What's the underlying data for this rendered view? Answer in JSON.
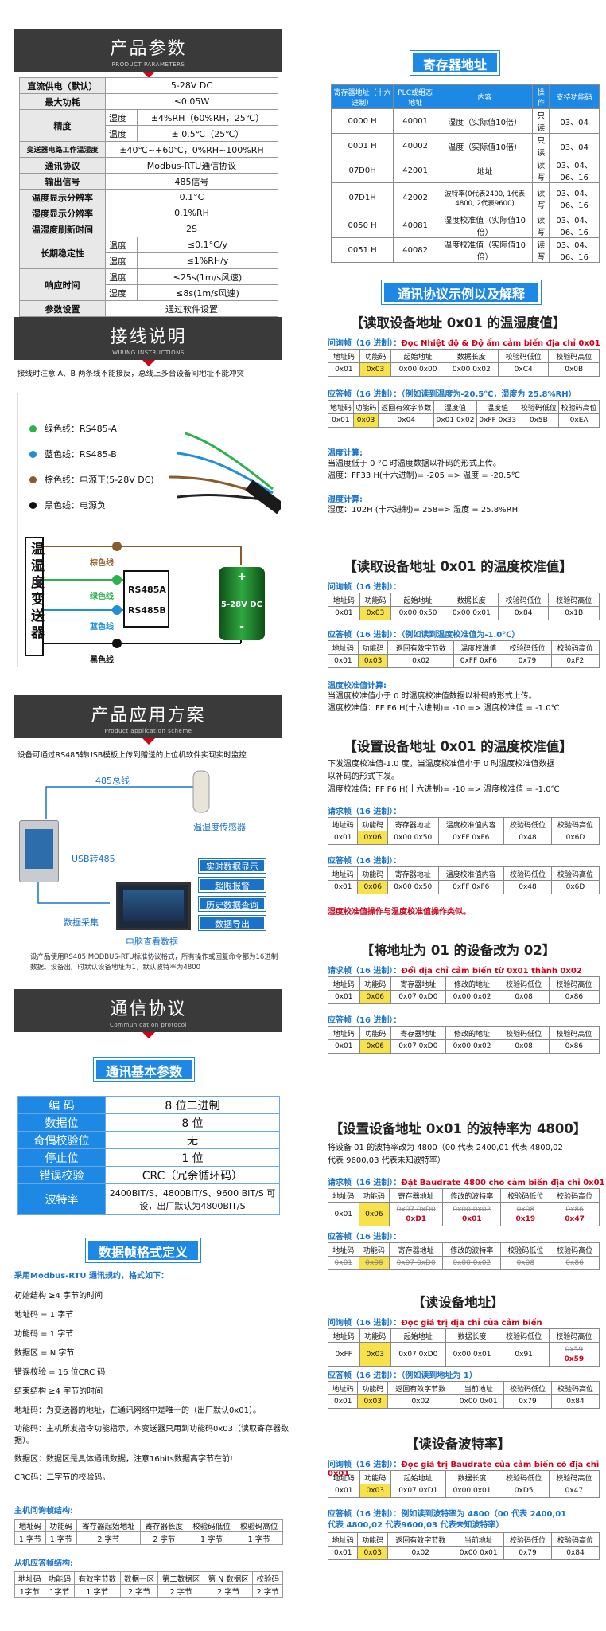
{
  "left": {
    "product_params": {
      "title": "产品参数",
      "subtitle": "PRODUCT PARAMETERS",
      "rows": [
        {
          "k": "直流供电（默认）",
          "v": "5-28V DC"
        },
        {
          "k": "最大功耗",
          "v": "≤0.05W"
        },
        {
          "k": "精度",
          "s1": "湿度",
          "v1": "±4%RH（60%RH，25℃）",
          "s2": "温度",
          "v2": "± 0.5℃（25℃）"
        },
        {
          "k": "变送器电路工作温湿度",
          "v": "±40℃~+60℃，0%RH~100%RH"
        },
        {
          "k": "通讯协议",
          "v": "Modbus-RTU通信协议"
        },
        {
          "k": "输出信号",
          "v": "485信号"
        },
        {
          "k": "温度显示分辨率",
          "v": "0.1°C"
        },
        {
          "k": "湿度显示分辨率",
          "v": "0.1%RH"
        },
        {
          "k": "温湿度刷新时间",
          "v": "2S"
        },
        {
          "k": "长期稳定性",
          "s1": "温度",
          "v1": "≤0.1°C/y",
          "s2": "湿度",
          "v2": "≤1%RH/y"
        },
        {
          "k": "响应时间",
          "s1": "温度",
          "v1": "≤25s(1m/s风速)",
          "s2": "湿度",
          "v2": "≤8s(1m/s风速)"
        },
        {
          "k": "参数设置",
          "v": "通过软件设置"
        }
      ]
    },
    "wiring": {
      "title": "接线说明",
      "subtitle": "WIRING INSTRUCTIONS",
      "note": "接线时注意 A、B 两条线不能接反，总线上多台设备间地址不能冲突",
      "legend": [
        {
          "label": "绿色线：RS485-A",
          "color": "#2bb24c"
        },
        {
          "label": "蓝色线：RS485-B",
          "color": "#1f8fd6"
        },
        {
          "label": "棕色线：电源正(5-28V DC)",
          "color": "#8b5a2b"
        },
        {
          "label": "黑色线：电源负",
          "color": "#111111"
        }
      ],
      "device": "温湿度变送器",
      "wires": [
        "棕色线",
        "绿色线",
        "蓝色线",
        "黑色线"
      ],
      "rs485a": "RS485A",
      "rs485b": "RS485B",
      "battery": "5-28V DC",
      "plus": "+",
      "minus": "-"
    },
    "app": {
      "title": "产品应用方案",
      "subtitle": "Product application scheme",
      "note": "设备可通过RS485转USB模板上传到赠送的上位机软件实现实时监控",
      "bus485": "485总线",
      "sensor": "温湿度传感器",
      "usb485": "USB转485",
      "datacollect": "数据采集",
      "pc": "电脑查看数据",
      "buttons": [
        "实时数据显示",
        "超限报警",
        "历史数据查询",
        "数据导出"
      ],
      "footnote": "设产品使用RS485 MODBUS-RTU标准协议格式，所有操作或回复命令都为16进制数据。设备出厂时默认设备地址为1，默认波特率为4800"
    },
    "comm": {
      "title": "通信协议",
      "subtitle": "Communication protocol",
      "basic_title": "通讯基本参数",
      "rows": [
        {
          "k": "编 码",
          "v": "8 位二进制"
        },
        {
          "k": "数据位",
          "v": "8 位"
        },
        {
          "k": "奇偶校验位",
          "v": "无"
        },
        {
          "k": "停止位",
          "v": "1 位"
        },
        {
          "k": "错误校验",
          "v": "CRC（冗余循环码）"
        },
        {
          "k": "波特率",
          "v": "2400BIT/S、4800BIT/S、9600 BIT/S 可设，出厂默认为4800BIT/S"
        }
      ],
      "frame_title": "数据帧格式定义",
      "frame_intro": "采用Modbus-RTU 通讯规约，格式如下：",
      "frame_lines": [
        "初始结构 ≥4 字节的时间",
        "地址码 = 1 字节",
        "功能码 = 1 字节",
        "数据区 = N 字节",
        "错误校验 = 16 位CRC 码",
        "结束结构 ≥4 字节的时间",
        "地址码：为变送器的地址，在通讯网络中是唯一的（出厂默认0x01）。",
        "功能码：主机所发指令功能指示，本变送器只用到功能码0x03（读取寄存器数据）。",
        "数据区：数据区是具体通讯数据，注意16bits数据高字节在前!",
        "CRC码：二字节的校验码。"
      ],
      "host_title": "主机问询帧结构:",
      "host_head": [
        "地址码",
        "功能码",
        "寄存器起始地址",
        "寄存器长度",
        "校验码低位",
        "校验码高位"
      ],
      "host_row": [
        "1 字节",
        "1 字节",
        "2 字节",
        "2 字节",
        "1 字节",
        "1 字节"
      ],
      "slave_title": "从机应答帧结构:",
      "slave_head": [
        "地址码",
        "功能码",
        "有效字节数",
        "数据一区",
        "第二数据区",
        "第 N 数据区",
        "校验码"
      ],
      "slave_row": [
        "1字节",
        "1字节",
        "1 字节",
        "2 字节",
        "2 字节",
        "2 字节",
        "2 字节"
      ]
    }
  },
  "right": {
    "reg_title": "寄存器地址",
    "reg_head": [
      "寄存器地址（十六进制）",
      "PLC或组态地址",
      "内容",
      "操作",
      "支持功能码"
    ],
    "reg_rows": [
      [
        "0000 H",
        "40001",
        "湿度（实际值10倍）",
        "只读",
        "03、04"
      ],
      [
        "0001 H",
        "40002",
        "温度（实际值10倍）",
        "只读",
        "03、04"
      ],
      [
        "07D0H",
        "42001",
        "地址",
        "读写",
        "03、04、06、16"
      ],
      [
        "07D1H",
        "42002",
        "波特率(0代表2400, 1代表4800, 2代表9600)",
        "读写",
        "03、04、06、16"
      ],
      [
        "0050 H",
        "40081",
        "湿度校准值（实际值10倍）",
        "读写",
        "03、04、06、16"
      ],
      [
        "0051 H",
        "40082",
        "温度校准值（实际值10倍）",
        "读写",
        "03、04、06、16"
      ]
    ],
    "example_title": "通讯协议示例以及解释",
    "s1": {
      "title": "【读取设备地址 0x01 的温湿度值】",
      "q_label": "问询帧（16 进制）：",
      "q_note": "Đọc Nhiệt độ & Độ ẩm cảm biến địa chỉ 0x01",
      "q_head": [
        "地址码",
        "功能码",
        "起始地址",
        "数据长度",
        "校验码低位",
        "校验码高位"
      ],
      "q_row": [
        "0x01",
        "0x03",
        "0x00 0x00",
        "0x00 0x02",
        "0xC4",
        "0x0B"
      ],
      "a_label": "应答帧（16 进制）：（例如读到温度为-20.5℃，湿度为 25.8%RH）",
      "a_head": [
        "地址码",
        "功能码",
        "返回有效字节数",
        "湿度值",
        "温度值",
        "校验码低位",
        "校验码高位"
      ],
      "a_row": [
        "0x01",
        "0x03",
        "0x04",
        "0x01 0x02",
        "0xFF 0x33",
        "0x5B",
        "0xEA"
      ],
      "calc1_title": "温度计算:",
      "calc1": [
        "当温度低于 0 °C 时温度数据以补码的形式上传。",
        "温度：FF33 H(十六进制)= -205 => 温度 = -20.5℃"
      ],
      "calc2_title": "湿度计算:",
      "calc2": [
        "湿度：102H (十六进制)= 258=> 湿度 = 25.8%RH"
      ]
    },
    "s2": {
      "title": "【读取设备地址 0x01 的温度校准值】",
      "q_label": "问询帧（16 进制）：",
      "q_head": [
        "地址码",
        "功能码",
        "起始地址",
        "数据长度",
        "校验码低位",
        "校验码高位"
      ],
      "q_row": [
        "0x01",
        "0x03",
        "0x00 0x50",
        "0x00 0x01",
        "0x84",
        "0x1B"
      ],
      "a_label": "应答帧（16 进制）：（例如读到温度校准值为-1.0℃）",
      "a_head": [
        "地址码",
        "功能码",
        "返回有效字节数",
        "温度校准值",
        "校验码低位",
        "校验码高位"
      ],
      "a_row": [
        "0x01",
        "0x03",
        "0x02",
        "0xFF 0xF6",
        "0x79",
        "0xF2"
      ],
      "calc_title": "温度校准值计算:",
      "calc": [
        "当温度校准值小于 0 时温度校准值数据以补码的形式上传。",
        "温度校准值：FF F6 H(十六进制)= -10 => 温度校准值 = -1.0℃"
      ]
    },
    "s3": {
      "title": "【设置设备地址 0x01 的温度校准值】",
      "desc": [
        "下发温度校准值-1.0 度，当温度校准值小于 0 时温度校准值数据",
        "以补码的形式下发。",
        "温度校准值：FF F6 H(十六进制)= -10 => 温度校准值 = -1.0℃"
      ],
      "q_label": "请求帧（16 进制）：",
      "head": [
        "地址码",
        "功能码",
        "寄存器地址",
        "温度校准值内容",
        "校验码低位",
        "校验码高位"
      ],
      "q_row": [
        "0x01",
        "0x06",
        "0x00 0x50",
        "0xFF 0xF6",
        "0x48",
        "0x6D"
      ],
      "a_label": "应答帧（16 进制）：",
      "a_row": [
        "0x01",
        "0x06",
        "0x00 0x50",
        "0xFF 0xF6",
        "0x48",
        "0x6D"
      ],
      "note": "湿度校准值操作与温度校准值操作类似。"
    },
    "s4": {
      "title": "【将地址为 01 的设备改为 02】",
      "q_label": "请求帧（16 进制）：",
      "q_note": "Đổi địa chỉ cảm biến từ 0x01 thành 0x02",
      "head": [
        "地址码",
        "功能码",
        "寄存器地址",
        "修改的地址",
        "校验码低位",
        "校验码高位"
      ],
      "q_row": [
        "0x01",
        "0x06",
        "0x07 0xD0",
        "0x00 0x02",
        "0x08",
        "0x86"
      ],
      "a_label": "应答帧（16 进制）：",
      "a_row": [
        "0x01",
        "0x06",
        "0x07 0xD0",
        "0x00 0x02",
        "0x08",
        "0x86"
      ]
    },
    "s5": {
      "title": "【设置设备地址 0x01 的波特率为 4800】",
      "desc": [
        "将设备 01 的波特率改为 4800（00 代表 2400,01 代表 4800,02",
        "代表 9600,03 代表未知波特率）"
      ],
      "q_label": "请求帧（16 进制）：",
      "q_note": "Đặt Baudrate 4800 cho cảm biến địa chỉ 0x01",
      "head": [
        "地址码",
        "功能码",
        "寄存器地址",
        "修改的波特率",
        "校验码低位",
        "校验码高位"
      ],
      "q_row": [
        "0x01",
        "0x06",
        "0x07 0xD0",
        "0x00 0x02",
        "0x08",
        "0x86"
      ],
      "fix": [
        "0xD1",
        "0x01",
        "0x19",
        "0x47"
      ],
      "a_label": "应答帧（16 进制）：",
      "a_row": [
        "0x01",
        "0x06",
        "0x07 0xD0",
        "0x00 0x02",
        "0x08",
        "0x86"
      ]
    },
    "s6": {
      "title": "【读设备地址】",
      "q_label": "问询帧（16 进制）：",
      "q_note": "Đọc giá trị địa chỉ của cảm biến",
      "q_head": [
        "地址码",
        "功能码",
        "起始地址",
        "数据长度",
        "校验码低位",
        "校验码高位"
      ],
      "q_row": [
        "0xFF",
        "0x03",
        "0x07 0xD0",
        "0x00 0x01",
        "0x91",
        "0x59"
      ],
      "q_strike": "0x59",
      "q_fix": "0x59",
      "a_label": "应答帧（16 进制）：（例如读到地址为 1）",
      "a_head": [
        "地址码",
        "功能码",
        "返回有效字节数",
        "当前地址",
        "校验码低位",
        "校验码高位"
      ],
      "a_row": [
        "0x01",
        "0x03",
        "0x02",
        "0x00 0x01",
        "0x79",
        "0x84"
      ]
    },
    "s7": {
      "title": "【读设备波特率】",
      "q_label": "问询帧（16 进制）：",
      "q_note": "Đọc giá trị Baudrate của cảm biến có địa chỉ 0x01",
      "q_head": [
        "地址码",
        "功能码",
        "起始地址",
        "数据长度",
        "校验码低位",
        "校验码高位"
      ],
      "q_row": [
        "0x01",
        "0x03",
        "0x07 0xD1",
        "0x00 0x01",
        "0xD5",
        "0x47"
      ],
      "a_label": "应答帧（16 进制）：例如读到波特率为 4800（00 代表 2400,01",
      "a_label2": "代表 4800,02 代表9600,03 代表未知波特率）",
      "a_head": [
        "地址码",
        "功能码",
        "返回有效字节数",
        "当前地址",
        "校验码低位",
        "校验码高位"
      ],
      "a_row": [
        "0x01",
        "0x03",
        "0x02",
        "0x00 0x01",
        "0x79",
        "0x84"
      ]
    }
  }
}
